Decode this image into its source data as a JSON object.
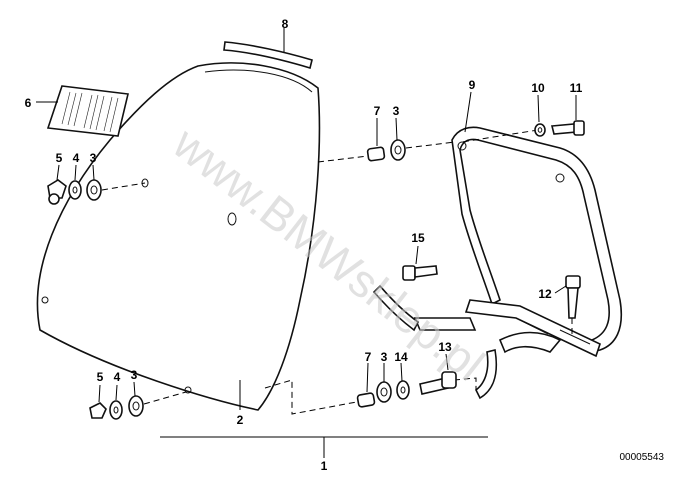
{
  "callouts": {
    "c1": "1",
    "c2": "2",
    "c3a": "3",
    "c3b": "3",
    "c3c": "3",
    "c3d": "3",
    "c4a": "4",
    "c4b": "4",
    "c5a": "5",
    "c5b": "5",
    "c6": "6",
    "c7a": "7",
    "c7b": "7",
    "c8": "8",
    "c9": "9",
    "c10": "10",
    "c11": "11",
    "c12": "12",
    "c13": "13",
    "c14": "14",
    "c15": "15"
  },
  "watermark": "www.BMWsklep.pl",
  "reference_number": "00005543"
}
